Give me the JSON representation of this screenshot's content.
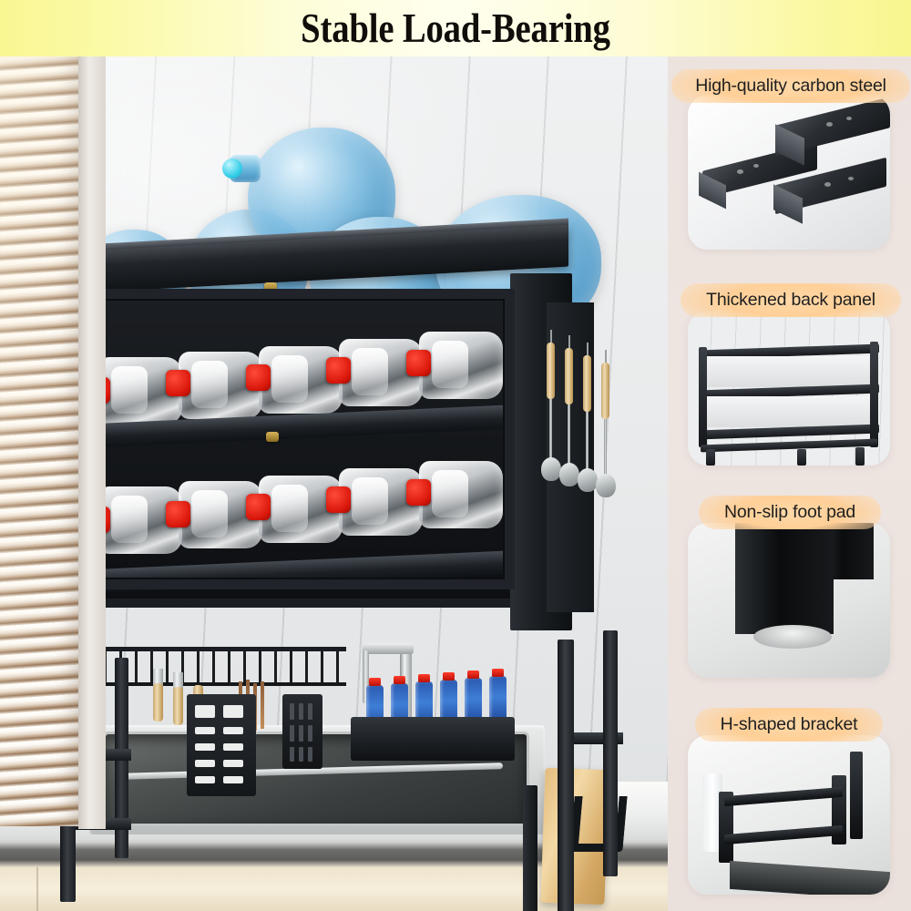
{
  "banner": {
    "title": "Stable Load-Bearing",
    "bg_color_edge": "#f9f792",
    "bg_color_center": "#ffffef",
    "text_color": "#100d0a"
  },
  "hero": {
    "name": "over-the-sink kitchen rack loaded with water bottles",
    "scene": "kitchen sink with tiled wall and venetian blinds",
    "shelves": [
      {
        "label": "upper-shelf",
        "bottle_count": 5,
        "cap_color": "#d8160a"
      },
      {
        "label": "lower-shelf",
        "bottle_count": 5,
        "cap_color": "#d8160a"
      }
    ],
    "top_jug_count": 5,
    "jug_color": "#4a98c8",
    "utensil_count": 4,
    "mini_bottle_count": 6,
    "frame_color": "#16191c"
  },
  "side_column": {
    "bg_color": "#ece3df",
    "pill_color": "#ffcf97",
    "cards": [
      {
        "label": "High-quality carbon steel",
        "photo": "black-square-steel-tubes-with-water-droplets"
      },
      {
        "label": "Thickened back panel",
        "photo": "rack-back-panel-frame-front-view"
      },
      {
        "label": "Non-slip foot pad",
        "photo": "black-square-leg-with-round-rubber-foot-pad"
      },
      {
        "label": "H-shaped bracket",
        "photo": "h-shaped-black-bracket-base-beside-sink"
      }
    ]
  }
}
